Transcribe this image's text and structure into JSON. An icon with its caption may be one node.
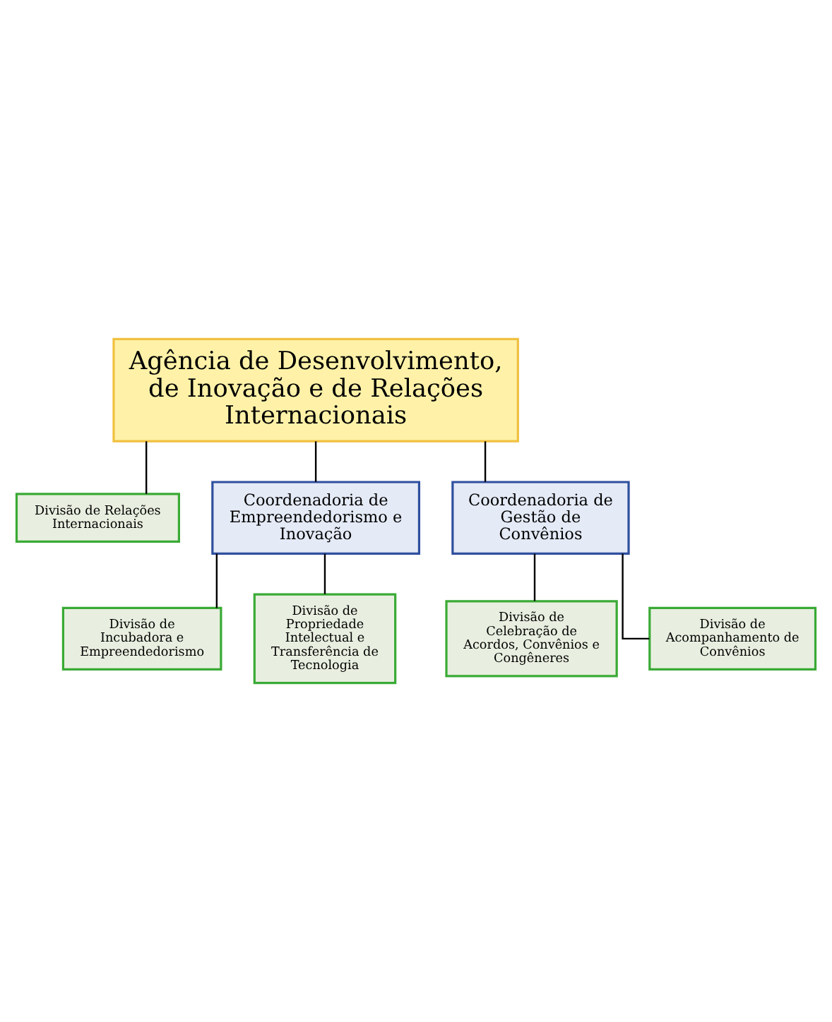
{
  "diagram": {
    "nodes": [
      {
        "text": [
          "Agência de Desenvolvimento, de Inovação e de Relações Internacionais"
        ]
      },
      {
        "text": [
          "Divisão de Relações Internacionais"
        ]
      },
      {
        "text": [
          "Coordenadoria de Empreendedorismo e Inovação"
        ]
      },
      {
        "text": [
          "Coordenadoria de Gestão de Convênios"
        ]
      },
      {
        "text": [
          "Divisão de Incubadora e Empreendedorismo"
        ]
      },
      {
        "text": [
          "Divisão de Propriedade Intelectual e Transferência de Tecnologia"
        ]
      },
      {
        "text": [
          "Divisão de Celebração de Acordos, Convênios e Congêneres"
        ]
      },
      {
        "text": [
          "Divisão de Acompanhamento de Convênios"
        ]
      }
    ],
    "edges": [
      {
        "from": 0,
        "to": 1,
        "arrow": "none"
      },
      {
        "from": 0,
        "to": 2,
        "arrow": "none"
      },
      {
        "from": 0,
        "to": 3,
        "arrow": "none"
      },
      {
        "from": 2,
        "to": 4,
        "arrow": "none"
      },
      {
        "from": 2,
        "to": 5,
        "arrow": "none"
      },
      {
        "from": 3,
        "to": 6,
        "arrow": "none"
      },
      {
        "from": 3,
        "to": 7,
        "arrow": "none"
      }
    ]
  }
}
